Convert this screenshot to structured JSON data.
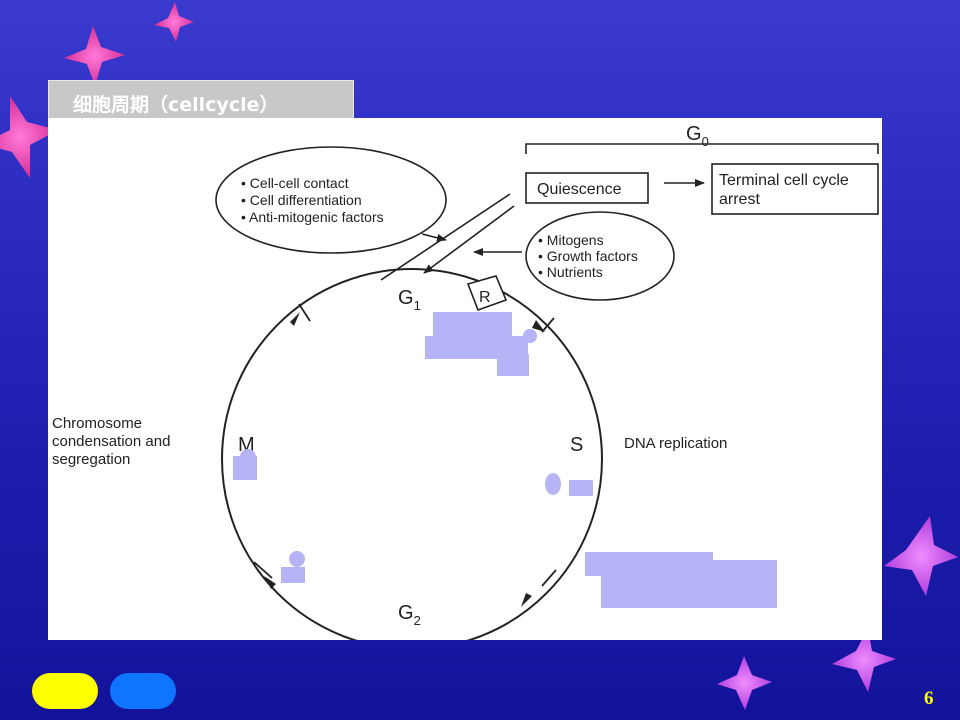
{
  "slide": {
    "title": "细胞周期（cellcycle）",
    "page_number": "6"
  },
  "diagram": {
    "g0_main": "G",
    "g0_sub": "0",
    "quiescence": "Quiescence",
    "terminal_line1": "Terminal cell cycle",
    "terminal_line2": "arrest",
    "inhibitors": [
      "• Cell-cell contact",
      "• Cell differentiation",
      "• Anti-mitogenic factors"
    ],
    "mitogens": [
      "• Mitogens",
      "• Growth factors",
      "• Nutrients"
    ],
    "g1_main": "G",
    "g1_sub": "1",
    "restriction": "R",
    "s_phase": "S",
    "dna_replication": "DNA replication",
    "m_phase": "M",
    "chromosome": [
      "Chromosome",
      "condensation and",
      "segregation"
    ],
    "g2_main": "G",
    "g2_sub": "2"
  },
  "colors": {
    "background_top": "#3a3acf",
    "background_bottom": "#12129a",
    "label_patch": "#b4b4f7",
    "nav_yellow": "#ffff00",
    "nav_blue": "#0f75ff",
    "page_number": "#ffff00"
  }
}
